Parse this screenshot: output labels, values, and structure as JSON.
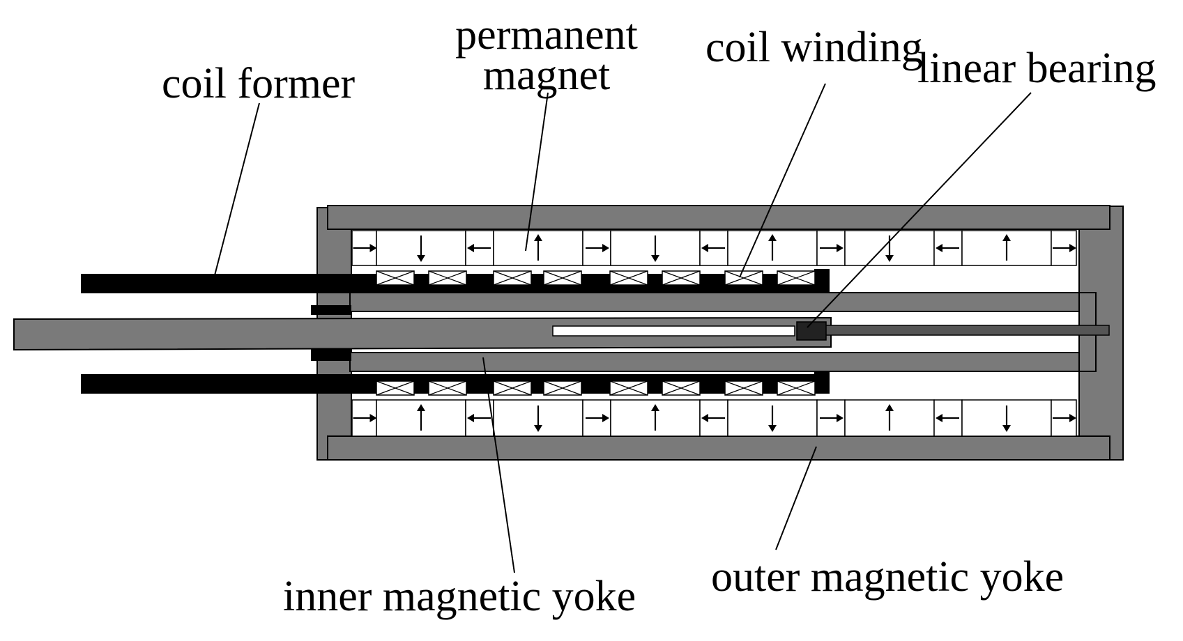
{
  "labels": {
    "coil_former": "coil former",
    "permanent_magnet_line1": "permanent",
    "permanent_magnet_line2": "magnet",
    "coil_winding": "coil winding",
    "linear_bearing": "linear bearing",
    "inner_magnetic_yoke": "inner magnetic yoke",
    "outer_magnetic_yoke": "outer magnetic yoke"
  },
  "magnets": {
    "top_row": [
      "right",
      "down",
      "left",
      "up",
      "right",
      "down",
      "left",
      "up",
      "right",
      "down",
      "left",
      "up",
      "right"
    ],
    "bottom_row": [
      "right",
      "up",
      "left",
      "down",
      "right",
      "up",
      "left",
      "down",
      "right",
      "up",
      "left",
      "down",
      "right"
    ]
  },
  "colors": {
    "yoke": "#7a7a7a",
    "coil_former": "#000000",
    "magnet_fill": "#ffffff",
    "outline": "#000000"
  }
}
